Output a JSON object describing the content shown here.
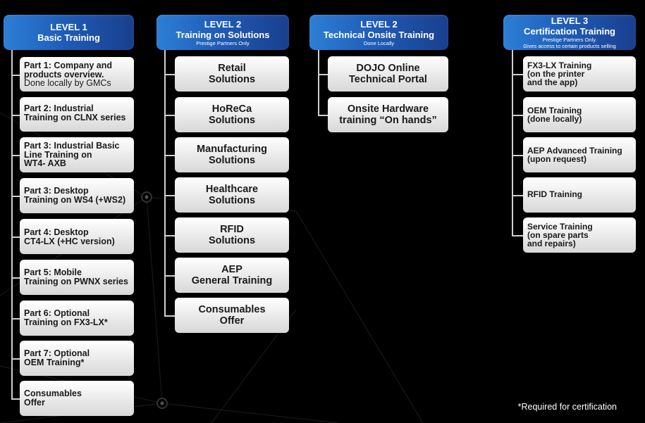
{
  "columns": [
    {
      "level": "LEVEL 1",
      "title": [
        "Basic Training"
      ],
      "subtitle": [],
      "items": [
        {
          "lines": [
            "Part 1: Company and",
            "products overview."
          ],
          "note": "Done locally by GMCs"
        },
        {
          "lines": [
            "Part 2: Industrial",
            "Training on CLNX series"
          ],
          "note": ""
        },
        {
          "lines": [
            "Part 3: Industrial Basic",
            "Line Training on",
            "WT4- AXB"
          ],
          "note": ""
        },
        {
          "lines": [
            "Part 3: Desktop",
            "Training on WS4 (+WS2)"
          ],
          "note": ""
        },
        {
          "lines": [
            "Part 4: Desktop",
            "CT4-LX (+HC version)"
          ],
          "note": ""
        },
        {
          "lines": [
            "Part 5: Mobile",
            "Training on PWNX series"
          ],
          "note": ""
        },
        {
          "lines": [
            "Part 6: Optional",
            "Training on FX3-LX*"
          ],
          "note": ""
        },
        {
          "lines": [
            "Part 7: Optional",
            "OEM Training*"
          ],
          "note": ""
        },
        {
          "lines": [
            "Consumables",
            "Offer"
          ],
          "note": ""
        }
      ]
    },
    {
      "level": "LEVEL 2",
      "title": [
        "Training on Solutions"
      ],
      "subtitle": [
        "Prestige Partners Only"
      ],
      "items": [
        {
          "lines": [
            "Retail",
            "Solutions"
          ]
        },
        {
          "lines": [
            "HoReCa",
            "Solutions"
          ]
        },
        {
          "lines": [
            "Manufacturing",
            "Solutions"
          ]
        },
        {
          "lines": [
            "Healthcare",
            "Solutions"
          ]
        },
        {
          "lines": [
            "RFID",
            "Solutions"
          ]
        },
        {
          "lines": [
            "AEP",
            "General Training"
          ]
        },
        {
          "lines": [
            "Consumables",
            "Offer"
          ]
        }
      ]
    },
    {
      "level": "LEVEL 2",
      "title": [
        "Technical Onsite Training"
      ],
      "subtitle": [
        "Done Locally"
      ],
      "items": [
        {
          "lines": [
            "DOJO Online",
            "Technical Portal"
          ]
        },
        {
          "lines": [
            "Onsite Hardware",
            "training “On hands”"
          ]
        }
      ]
    },
    {
      "level": "LEVEL 3",
      "title": [
        "Certification Training"
      ],
      "subtitle": [
        "Prestige Partners Only.",
        "Gives access to certain products selling"
      ],
      "items": [
        {
          "lines": [
            "FX3-LX Training",
            "(on the printer",
            "and the app)"
          ]
        },
        {
          "lines": [
            "OEM Training",
            "(done locally)"
          ]
        },
        {
          "lines": [
            "AEP Advanced Training",
            "(upon request)"
          ]
        },
        {
          "lines": [
            "RFID Training"
          ]
        },
        {
          "lines": [
            "Service Training",
            "(on spare parts",
            "and repairs)"
          ]
        }
      ]
    }
  ],
  "footnote": "*Required for certification"
}
